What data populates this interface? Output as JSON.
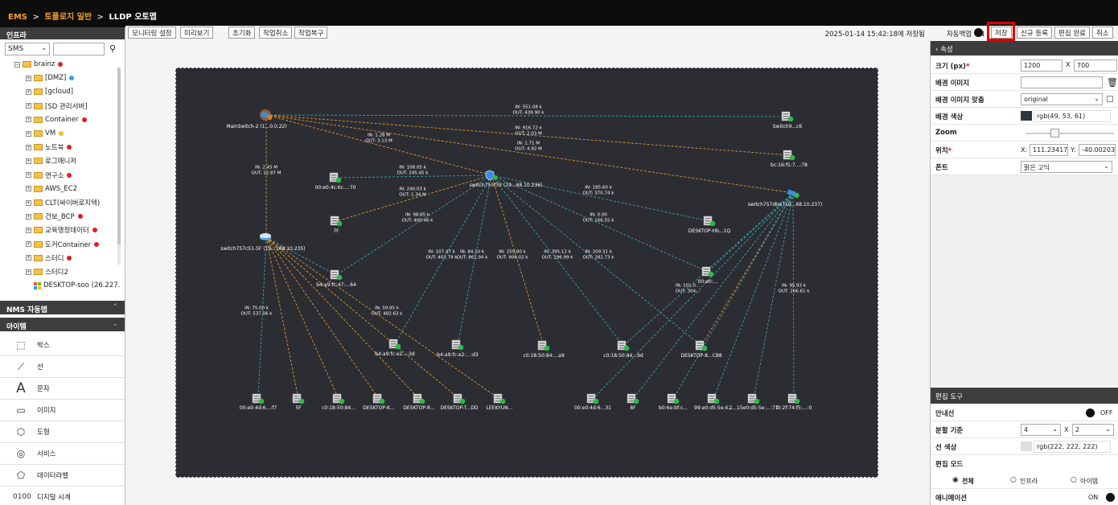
{
  "breadcrumb": {
    "a": "EMS",
    "b": "토폴로지 일반",
    "c": "LLDP 오토맵",
    "sep": ">"
  },
  "left": {
    "header": "인프라",
    "search": {
      "select": "SMS",
      "placeholder": ""
    },
    "tree": [
      {
        "label": "brainz",
        "dot": "#e02020",
        "level": 0
      },
      {
        "label": "[DMZ]",
        "dot": "#3aa0f0",
        "level": 1
      },
      {
        "label": "[gcloud]",
        "dot": "",
        "level": 1
      },
      {
        "label": "[SD 관리서버]",
        "dot": "",
        "level": 1
      },
      {
        "label": "Container",
        "dot": "#e02020",
        "level": 1
      },
      {
        "label": "VM",
        "dot": "#f0c020",
        "level": 1
      },
      {
        "label": "노트북",
        "dot": "#e02020",
        "level": 1
      },
      {
        "label": "로그매니저",
        "dot": "",
        "level": 1
      },
      {
        "label": "연구소",
        "dot": "#e02020",
        "level": 1
      },
      {
        "label": "AWS_EC2",
        "dot": "",
        "level": 1
      },
      {
        "label": "CLT(싸이버로지텍)",
        "dot": "",
        "level": 1
      },
      {
        "label": "건보_BCP",
        "dot": "#e02020",
        "level": 1
      },
      {
        "label": "교육행정데이터",
        "dot": "#e02020",
        "level": 1
      },
      {
        "label": "도커Container",
        "dot": "#e02020",
        "level": 1
      },
      {
        "label": "스터디",
        "dot": "#e02020",
        "level": 1
      },
      {
        "label": "스터디2",
        "dot": "",
        "level": 1
      },
      {
        "label": "DESKTOP-soo (26.227.",
        "dot": "",
        "level": 2
      }
    ],
    "nms_header": "NMS 자동맵",
    "item_header": "아이템",
    "tools": [
      {
        "label": "박스",
        "icon": "box-icon"
      },
      {
        "label": "선",
        "icon": "line-icon"
      },
      {
        "label": "문자",
        "icon": "text-icon"
      },
      {
        "label": "이미지",
        "icon": "image-icon"
      },
      {
        "label": "도형",
        "icon": "shape-icon"
      },
      {
        "label": "서비스",
        "icon": "service-icon"
      },
      {
        "label": "데이터라벨",
        "icon": "tag-icon"
      },
      {
        "label": "디지털 시계",
        "icon": "clock-icon",
        "glyph": "0100"
      }
    ]
  },
  "toolbar": {
    "buttons": [
      "모니터링 설정",
      "미리보기",
      "초기화",
      "작업취소",
      "작업복구"
    ],
    "saved_text": "2025-01-14 15:42:18에 저장됨",
    "autobackup": "자동백업 ON",
    "save": "저장",
    "new": "신규 등록",
    "done": "편집 완료",
    "cancel": "취소"
  },
  "topology": {
    "nodes": [
      {
        "label": "MainSwitch-2 (1...0.0.22)",
        "kind": "switch-hot"
      },
      {
        "label": "Switch9...c6",
        "kind": "server"
      },
      {
        "label": "bc:16:f5:7...:78",
        "kind": "server"
      },
      {
        "label": "switch755f35 (19...68.10.236)",
        "kind": "shield"
      },
      {
        "label": "switch757dbd (19...68.10.237)",
        "kind": "switch"
      },
      {
        "label": "00:e0:4c:6c...:70",
        "kind": "server"
      },
      {
        "label": "7F",
        "kind": "server"
      },
      {
        "label": "DESKTOP-Hb...1Q",
        "kind": "server"
      },
      {
        "label": "switch757c51-5F (19...168.10.235)",
        "kind": "router"
      },
      {
        "label": "b4:a9:fc:47:...64",
        "kind": "server"
      },
      {
        "label": "00:e0:...",
        "kind": "server"
      },
      {
        "label": "b4:a9:fc:e2...:3d",
        "kind": "server"
      },
      {
        "label": "b4:a9:fc:e2:...:d3",
        "kind": "server"
      },
      {
        "label": "c0:18:50:84:...a9",
        "kind": "server"
      },
      {
        "label": "c0:18:50:84...9d",
        "kind": "server"
      },
      {
        "label": "DESKTOP-8...C88",
        "kind": "server"
      },
      {
        "label": "00:e0:4d:6...:f7",
        "kind": "server"
      },
      {
        "label": "5F",
        "kind": "server"
      },
      {
        "label": "c0:18:50:84...",
        "kind": "server"
      },
      {
        "label": "DESKTOP-K...",
        "kind": "server"
      },
      {
        "label": "DESKTOP-R...",
        "kind": "server"
      },
      {
        "label": "DESKTOP-T...DD",
        "kind": "server"
      },
      {
        "label": "LEEKYUN...",
        "kind": "server"
      },
      {
        "label": "00:e0:4d:6...31",
        "kind": "server"
      },
      {
        "label": "8F",
        "kind": "server"
      },
      {
        "label": "b0:6e:bf:c...",
        "kind": "server"
      },
      {
        "label": "99:e0:d5:5e:4...",
        "kind": "server"
      },
      {
        "label": "2...15e0:d5:5e:...:71",
        "kind": "server"
      },
      {
        "label": "f0:2f:74:f5:...:0",
        "kind": "server"
      }
    ],
    "traffic": [
      {
        "in": "IN: 551.08 k",
        "out": "OUT: 439.90 k"
      },
      {
        "in": "IN: 916.72 k",
        "out": "OUT: 2.03 M"
      },
      {
        "in": "IN: 1.71 M",
        "out": "OUT: 4.92 M"
      },
      {
        "in": "IN: 1.28 M",
        "out": "OUT: 3.13 M"
      },
      {
        "in": "IN: 2.45 M",
        "out": "OUT: 12.87 M"
      },
      {
        "in": "IN: 108.05 k",
        "out": "OUT: 245.45 k"
      },
      {
        "in": "IN: 240.03 k",
        "out": "OUT: 1.34 M"
      },
      {
        "in": "IN: 185.60 k",
        "out": "OUT: 370.74 k"
      },
      {
        "in": "IN: 98.85 k",
        "out": "OUT: 400.46 k"
      },
      {
        "in": "IN: 0.00",
        "out": "OUT: 166.55 k"
      },
      {
        "in": "IN: 107.47 k",
        "out": "OUT: 402.79 k"
      },
      {
        "in": "IN: 84.10 k",
        "out": "OUT: 861.94 k"
      },
      {
        "in": "IN: 259.80 k",
        "out": "OUT: 906.02 k"
      },
      {
        "in": "IN: 395.12 k",
        "out": "OUT: 296.99 k"
      },
      {
        "in": "IN: 209.31 k",
        "out": "OUT: 282.73 k"
      },
      {
        "in": "IN: 101.0...",
        "out": "OUT: 304..."
      },
      {
        "in": "IN: 75.00 k",
        "out": "OUT: 537.06 k"
      },
      {
        "in": "IN: 59.85 k",
        "out": "OUT: 482.63 k"
      },
      {
        "in": "IN: 95.93 k",
        "out": "OUT: 266.61 k"
      }
    ]
  },
  "props": {
    "header": "속성",
    "size_label": "크기 (px)",
    "width": "1200",
    "x": "X",
    "height": "700",
    "bgimg_label": "배경 이미지",
    "fit_label": "배경 이미지 맞춤",
    "fit_value": "original",
    "color_label": "배경 색상",
    "color_value": "rgb(49, 53, 61)",
    "zoom_label": "Zoom",
    "pos_label": "위치",
    "pos_x_lbl": "X:",
    "pos_x": "111.234172",
    "pos_y_lbl": "Y:",
    "pos_y": "-40.002032",
    "font_label": "폰트",
    "font_value": "맑은 고딕"
  },
  "edit_tools": {
    "header": "편집 도구",
    "guide_label": "안내선",
    "guide_value": "OFF",
    "split_label": "분할 기준",
    "split_a": "4",
    "split_x": "X",
    "split_b": "2",
    "line_color_label": "선 색상",
    "line_color_value": "rgb(222, 222, 222)",
    "mode_label": "편집 모드",
    "mode_all": "전체",
    "mode_infra": "인프라",
    "mode_item": "아이템",
    "anim_label": "애니메이션",
    "anim_value": "ON"
  }
}
